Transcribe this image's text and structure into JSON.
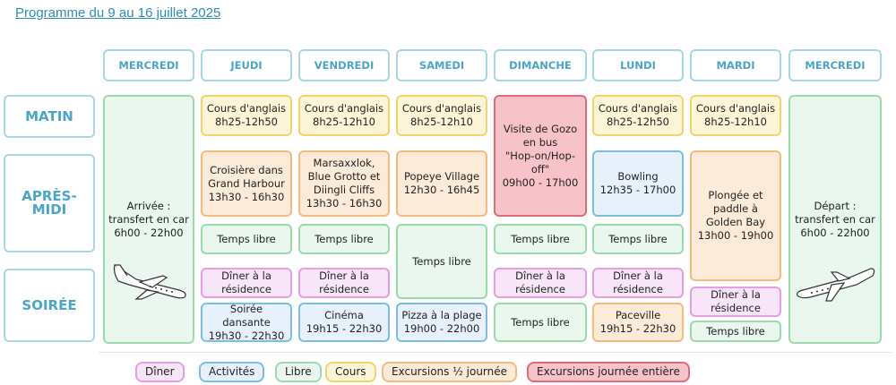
{
  "title": "Programme du 9 au 16 juillet 2025",
  "days": [
    "MERCREDI",
    "JEUDI",
    "VENDREDI",
    "SAMEDI",
    "DIMANCHE",
    "LUNDI",
    "MARDI",
    "MERCREDI"
  ],
  "periods": [
    "MATIN",
    "APRÈS-MIDI",
    "SOIRÉE"
  ],
  "events": {
    "arrivee": "Arrivée :\ntransfert en car\n6h00 - 22h00",
    "depart": "Départ :\ntransfert en car\n6h00 - 22h00",
    "jeu_matin": "Cours d'anglais\n8h25-12h50",
    "ven_matin": "Cours d'anglais\n8h25-12h10",
    "sam_matin": "Cours d'anglais\n8h25-12h10",
    "lun_matin": "Cours d'anglais\n8h25-12h50",
    "mar_matin": "Cours d'anglais\n8h25-12h10",
    "dim_gozo": "Visite de Gozo\nen bus\n\"Hop-on/Hop-off\"\n09h00 - 17h00",
    "jeu_am": "Croisière dans\nGrand Harbour\n13h30 - 16h30",
    "ven_am": "Marsaxxlok,\nBlue Grotto et\nDiingli Cliffs\n13h30 - 16h30",
    "sam_am": "Popeye Village\n12h30 - 16h45",
    "lun_am": "Bowling\n12h35 - 17h00",
    "mar_am": "Plongée et\npaddle à\nGolden Bay\n13h00 - 19h00",
    "jeu_libre": "Temps libre",
    "ven_libre": "Temps libre",
    "sam_libre": "Temps libre",
    "dim_libre": "Temps libre",
    "lun_libre": "Temps libre",
    "jeu_diner": "Dîner à la\nrésidence",
    "ven_diner": "Dîner à la\nrésidence",
    "dim_diner": "Dîner à la\nrésidence",
    "lun_diner": "Dîner à la\nrésidence",
    "mar_diner": "Dîner à la\nrésidence",
    "jeu_soir": "Soirée dansante\n19h30 - 22h30",
    "ven_soir": "Cinéma\n19h15 - 22h30",
    "sam_soir": "Pizza à la plage\n19h00 - 22h00",
    "dim_soir": "Temps libre",
    "lun_soir": "Paceville\n19h15 - 22h30",
    "mar_soir": "Temps libre"
  },
  "legend": {
    "diner": "Dîner",
    "activites": "Activités",
    "libre": "Libre",
    "cours": "Cours",
    "half": "Excursions ½ journée",
    "full": "Excursions journée entière"
  },
  "colors": {
    "diner": "#e39ee4",
    "activites": "#7cbde6",
    "libre": "#9adbac",
    "cours": "#f3d46b",
    "half": "#f4bb7d",
    "full": "#e06c7b",
    "header": "#4aa5c7"
  }
}
